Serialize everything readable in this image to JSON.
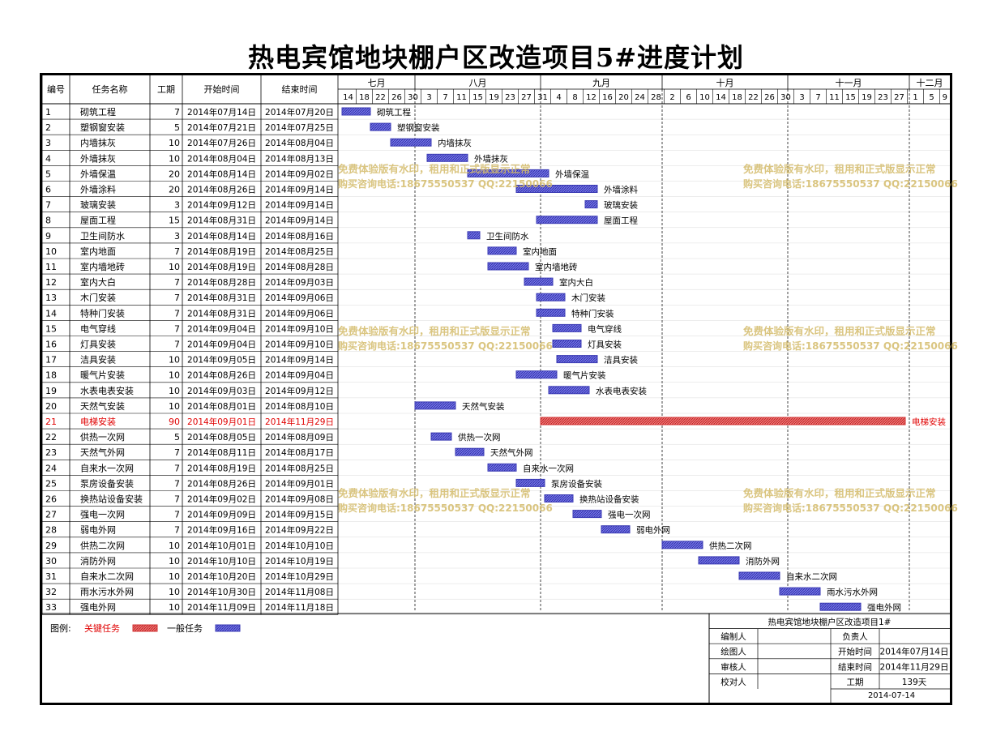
{
  "title": "热电宾馆地块棚户区改造项目5#进度计划",
  "columns": {
    "id": "编号",
    "name": "任务名称",
    "duration": "工期",
    "start": "开始时间",
    "end": "结束时间"
  },
  "timeline": {
    "months": [
      {
        "label": "七月",
        "start": "2014-07-13",
        "end": "2014-07-31"
      },
      {
        "label": "八月",
        "start": "2014-08-01",
        "end": "2014-08-31"
      },
      {
        "label": "九月",
        "start": "2014-09-01",
        "end": "2014-09-30"
      },
      {
        "label": "十月",
        "start": "2014-10-01",
        "end": "2014-10-31"
      },
      {
        "label": "十一月",
        "start": "2014-11-01",
        "end": "2014-11-30"
      },
      {
        "label": "十二月",
        "start": "2014-12-01",
        "end": "2014-12-10"
      }
    ],
    "range": [
      "2014-07-13",
      "2014-12-10"
    ],
    "day_ticks": [
      "2014-07-14",
      "2014-07-18",
      "2014-07-22",
      "2014-07-26",
      "2014-07-30",
      "2014-08-03",
      "2014-08-07",
      "2014-08-11",
      "2014-08-15",
      "2014-08-19",
      "2014-08-23",
      "2014-08-27",
      "2014-08-31",
      "2014-09-04",
      "2014-09-08",
      "2014-09-12",
      "2014-09-16",
      "2014-09-20",
      "2014-09-24",
      "2014-09-28",
      "2014-10-02",
      "2014-10-06",
      "2014-10-10",
      "2014-10-14",
      "2014-10-18",
      "2014-10-22",
      "2014-10-26",
      "2014-10-30",
      "2014-11-03",
      "2014-11-07",
      "2014-11-11",
      "2014-11-15",
      "2014-11-19",
      "2014-11-23",
      "2014-11-27",
      "2014-12-01",
      "2014-12-05",
      "2014-12-09"
    ],
    "day_tick_labels": [
      "14",
      "18",
      "22",
      "26",
      "30",
      "3",
      "7",
      "11",
      "15",
      "19",
      "23",
      "27",
      "31",
      "4",
      "8",
      "12",
      "16",
      "20",
      "24",
      "28",
      "2",
      "6",
      "10",
      "14",
      "18",
      "22",
      "26",
      "30",
      "3",
      "7",
      "11",
      "15",
      "19",
      "23",
      "27",
      "1",
      "5",
      "9"
    ],
    "month_boundaries": [
      "2014-08-01",
      "2014-09-01",
      "2014-10-01",
      "2014-11-01",
      "2014-12-01"
    ]
  },
  "chart_data": {
    "type": "gantt",
    "title": "热电宾馆地块棚户区改造项目5#进度计划",
    "tasks": [
      {
        "id": "1",
        "name": "砌筑工程",
        "duration": 7,
        "start": "2014年07月14日",
        "end": "2014年07月20日",
        "s": "2014-07-14",
        "e": "2014-07-20",
        "critical": false
      },
      {
        "id": "2",
        "name": "塑钢窗安装",
        "duration": 5,
        "start": "2014年07月21日",
        "end": "2014年07月25日",
        "s": "2014-07-21",
        "e": "2014-07-25",
        "critical": false
      },
      {
        "id": "3",
        "name": "内墙抹灰",
        "duration": 10,
        "start": "2014年07月26日",
        "end": "2014年08月04日",
        "s": "2014-07-26",
        "e": "2014-08-04",
        "critical": false
      },
      {
        "id": "4",
        "name": "外墙抹灰",
        "duration": 10,
        "start": "2014年08月04日",
        "end": "2014年08月13日",
        "s": "2014-08-04",
        "e": "2014-08-13",
        "critical": false
      },
      {
        "id": "5",
        "name": "外墙保温",
        "duration": 20,
        "start": "2014年08月14日",
        "end": "2014年09月02日",
        "s": "2014-08-14",
        "e": "2014-09-02",
        "critical": false
      },
      {
        "id": "6",
        "name": "外墙涂料",
        "duration": 20,
        "start": "2014年08月26日",
        "end": "2014年09月14日",
        "s": "2014-08-26",
        "e": "2014-09-14",
        "critical": false
      },
      {
        "id": "7",
        "name": "玻璃安装",
        "duration": 3,
        "start": "2014年09月12日",
        "end": "2014年09月14日",
        "s": "2014-09-12",
        "e": "2014-09-14",
        "critical": false
      },
      {
        "id": "8",
        "name": "屋面工程",
        "duration": 15,
        "start": "2014年08月31日",
        "end": "2014年09月14日",
        "s": "2014-08-31",
        "e": "2014-09-14",
        "critical": false
      },
      {
        "id": "9",
        "name": "卫生间防水",
        "duration": 3,
        "start": "2014年08月14日",
        "end": "2014年08月16日",
        "s": "2014-08-14",
        "e": "2014-08-16",
        "critical": false
      },
      {
        "id": "10",
        "name": "室内地面",
        "duration": 7,
        "start": "2014年08月19日",
        "end": "2014年08月25日",
        "s": "2014-08-19",
        "e": "2014-08-25",
        "critical": false
      },
      {
        "id": "11",
        "name": "室内墙地砖",
        "duration": 10,
        "start": "2014年08月19日",
        "end": "2014年08月28日",
        "s": "2014-08-19",
        "e": "2014-08-28",
        "critical": false
      },
      {
        "id": "12",
        "name": "室内大白",
        "duration": 7,
        "start": "2014年08月28日",
        "end": "2014年09月03日",
        "s": "2014-08-28",
        "e": "2014-09-03",
        "critical": false
      },
      {
        "id": "13",
        "name": "木门安装",
        "duration": 7,
        "start": "2014年08月31日",
        "end": "2014年09月06日",
        "s": "2014-08-31",
        "e": "2014-09-06",
        "critical": false
      },
      {
        "id": "14",
        "name": "特种门安装",
        "duration": 7,
        "start": "2014年08月31日",
        "end": "2014年09月06日",
        "s": "2014-08-31",
        "e": "2014-09-06",
        "critical": false
      },
      {
        "id": "15",
        "name": "电气穿线",
        "duration": 7,
        "start": "2014年09月04日",
        "end": "2014年09月10日",
        "s": "2014-09-04",
        "e": "2014-09-10",
        "critical": false
      },
      {
        "id": "16",
        "name": "灯具安装",
        "duration": 7,
        "start": "2014年09月04日",
        "end": "2014年09月10日",
        "s": "2014-09-04",
        "e": "2014-09-10",
        "critical": false
      },
      {
        "id": "17",
        "name": "洁具安装",
        "duration": 10,
        "start": "2014年09月05日",
        "end": "2014年09月14日",
        "s": "2014-09-05",
        "e": "2014-09-14",
        "critical": false
      },
      {
        "id": "18",
        "name": "暖气片安装",
        "duration": 10,
        "start": "2014年08月26日",
        "end": "2014年09月04日",
        "s": "2014-08-26",
        "e": "2014-09-04",
        "critical": false
      },
      {
        "id": "19",
        "name": "水表电表安装",
        "duration": 10,
        "start": "2014年09月03日",
        "end": "2014年09月12日",
        "s": "2014-09-03",
        "e": "2014-09-12",
        "critical": false
      },
      {
        "id": "20",
        "name": "天然气安装",
        "duration": 10,
        "start": "2014年08月01日",
        "end": "2014年08月10日",
        "s": "2014-08-01",
        "e": "2014-08-10",
        "critical": false
      },
      {
        "id": "21",
        "name": "电梯安装",
        "duration": 90,
        "start": "2014年09月01日",
        "end": "2014年11月29日",
        "s": "2014-09-01",
        "e": "2014-11-29",
        "critical": true
      },
      {
        "id": "22",
        "name": "供热一次网",
        "duration": 5,
        "start": "2014年08月05日",
        "end": "2014年08月09日",
        "s": "2014-08-05",
        "e": "2014-08-09",
        "critical": false
      },
      {
        "id": "23",
        "name": "天然气外网",
        "duration": 7,
        "start": "2014年08月11日",
        "end": "2014年08月17日",
        "s": "2014-08-11",
        "e": "2014-08-17",
        "critical": false
      },
      {
        "id": "24",
        "name": "自来水一次网",
        "duration": 7,
        "start": "2014年08月19日",
        "end": "2014年08月25日",
        "s": "2014-08-19",
        "e": "2014-08-25",
        "critical": false
      },
      {
        "id": "25",
        "name": "泵房设备安装",
        "duration": 7,
        "start": "2014年08月26日",
        "end": "2014年09月01日",
        "s": "2014-08-26",
        "e": "2014-09-01",
        "critical": false
      },
      {
        "id": "26",
        "name": "换热站设备安装",
        "duration": 7,
        "start": "2014年09月02日",
        "end": "2014年09月08日",
        "s": "2014-09-02",
        "e": "2014-09-08",
        "critical": false
      },
      {
        "id": "27",
        "name": "强电一次网",
        "duration": 7,
        "start": "2014年09月09日",
        "end": "2014年09月15日",
        "s": "2014-09-09",
        "e": "2014-09-15",
        "critical": false
      },
      {
        "id": "28",
        "name": "弱电外网",
        "duration": 7,
        "start": "2014年09月16日",
        "end": "2014年09月22日",
        "s": "2014-09-16",
        "e": "2014-09-22",
        "critical": false
      },
      {
        "id": "29",
        "name": "供热二次网",
        "duration": 10,
        "start": "2014年10月01日",
        "end": "2014年10月10日",
        "s": "2014-10-01",
        "e": "2014-10-10",
        "critical": false
      },
      {
        "id": "30",
        "name": "消防外网",
        "duration": 10,
        "start": "2014年10月10日",
        "end": "2014年10月19日",
        "s": "2014-10-10",
        "e": "2014-10-19",
        "critical": false
      },
      {
        "id": "31",
        "name": "自来水二次网",
        "duration": 10,
        "start": "2014年10月20日",
        "end": "2014年10月29日",
        "s": "2014-10-20",
        "e": "2014-10-29",
        "critical": false
      },
      {
        "id": "32",
        "name": "雨水污水外网",
        "duration": 10,
        "start": "2014年10月30日",
        "end": "2014年11月08日",
        "s": "2014-10-30",
        "e": "2014-11-08",
        "critical": false
      },
      {
        "id": "33",
        "name": "强电外网",
        "duration": 10,
        "start": "2014年11月09日",
        "end": "2014年11月18日",
        "s": "2014-11-09",
        "e": "2014-11-18",
        "critical": false
      }
    ]
  },
  "legend": {
    "label": "图例:",
    "critical": "关键任务",
    "normal": "一般任务"
  },
  "info_box": {
    "header": "热电宾馆地块棚户区改造项目1#",
    "editor_label": "编制人",
    "owner_label": "负责人",
    "drawer_label": "绘图人",
    "start_label": "开始时间",
    "start_value": "2014年07月14日",
    "reviewer_label": "审核人",
    "end_label": "结束时间",
    "end_value": "2014年11月29日",
    "checker_label": "校对人",
    "duration_label": "工期",
    "duration_value": "139天",
    "date": "2014-07-14"
  },
  "watermark": {
    "line1": "免费体验版有水印，租用和正式版显示正常",
    "line2": "购买咨询电话:18675550537 QQ:22150066"
  },
  "colors": {
    "normal_bar": "#3b3bb4",
    "normal_bar_fill": "#6d6de0",
    "critical_bar": "#d23232",
    "critical_bar_fill": "#e86a6a",
    "critical_text": "#e00000",
    "watermark": "#d4bb6a",
    "grid": "#8c8c8c"
  }
}
